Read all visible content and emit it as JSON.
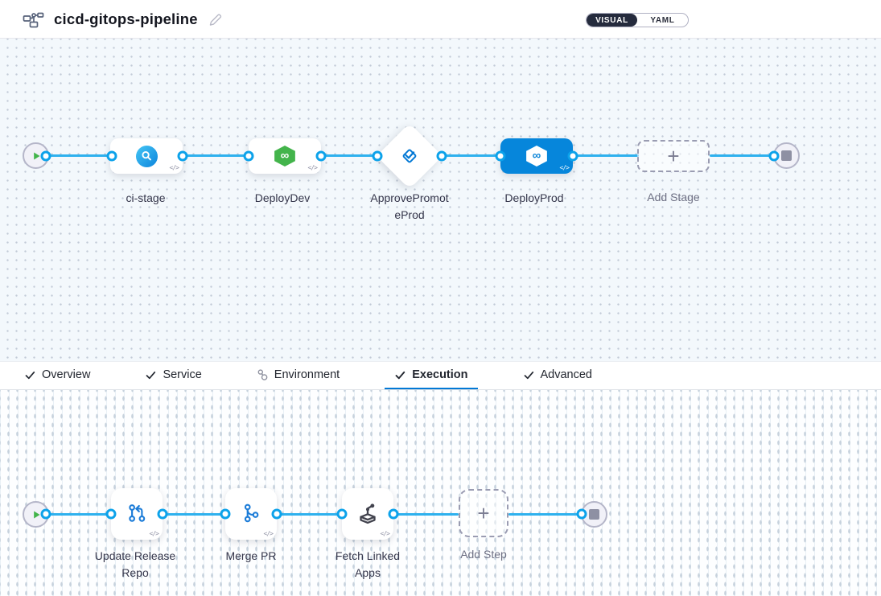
{
  "header": {
    "title": "cicd-gitops-pipeline",
    "view_toggle": {
      "visual": "VISUAL",
      "yaml": "YAML"
    }
  },
  "tabs": {
    "overview": "Overview",
    "service": "Service",
    "environment": "Environment",
    "execution": "Execution",
    "advanced": "Advanced",
    "selected": "Execution"
  },
  "stages": [
    {
      "label": "ci-stage",
      "type": "ci"
    },
    {
      "label": "DeployDev",
      "type": "cd"
    },
    {
      "label": "ApprovePromoteProd",
      "type": "approval"
    },
    {
      "label": "DeployProd",
      "type": "cd",
      "selected": true
    },
    {
      "label": "Add Stage",
      "type": "add-action"
    }
  ],
  "steps": [
    {
      "label": "Update Release Repo",
      "type": "git-update"
    },
    {
      "label": "Merge PR",
      "type": "git-merge"
    },
    {
      "label": "Fetch Linked Apps",
      "type": "gitops-fetch"
    },
    {
      "label": "Add Step",
      "type": "add-action"
    }
  ],
  "glyphs": {
    "template_badge": "</>",
    "plus": "+",
    "infinity": "∞"
  },
  "colors": {
    "accent_blue": "#0278d5",
    "selected_stage_blue": "#0686db",
    "connector_blue": "#2eb1ee",
    "cd_green": "#43b44b",
    "toggle_dark": "#252b3d",
    "canvas_top_bg": "#f3f8fc",
    "canvas_bottom_bg": "#fdfeff"
  }
}
